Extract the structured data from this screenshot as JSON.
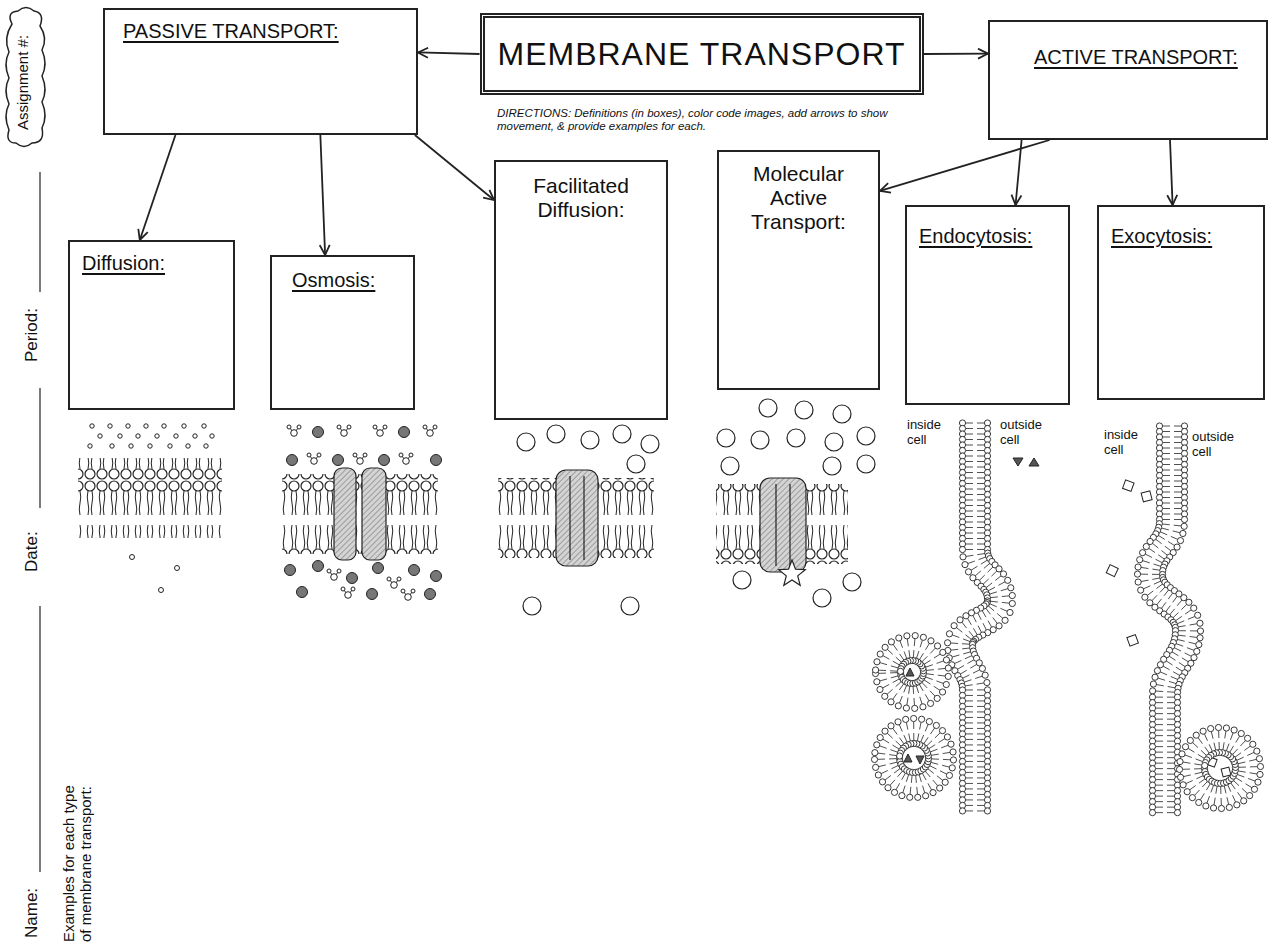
{
  "diagram": {
    "nodes": [
      {
        "text": [
          "Assignment #:"
        ]
      },
      {
        "text": [
          "PASSIVE TRANSPORT:"
        ]
      },
      {
        "text": [
          "MEMBRANE TRANSPORT"
        ]
      },
      {
        "text": [
          "ACTIVE TRANSPORT:"
        ]
      },
      {
        "text": [
          "Diffusion:"
        ]
      },
      {
        "text": [
          "Osmosis:"
        ]
      },
      {
        "text": [
          "Facilitated Diffusion:"
        ]
      },
      {
        "text": [
          "Molecular Active Transport:"
        ]
      },
      {
        "text": [
          "Endocytosis:"
        ]
      },
      {
        "text": [
          "Exocytosis:"
        ]
      }
    ],
    "edges": [
      {
        "from": 2,
        "to": 1,
        "arrow": "to"
      },
      {
        "from": 2,
        "to": 3,
        "arrow": "to"
      },
      {
        "from": 1,
        "to": 4,
        "arrow": "to"
      },
      {
        "from": 1,
        "to": 5,
        "arrow": "to"
      },
      {
        "from": 1,
        "to": 6,
        "arrow": "to"
      },
      {
        "from": 3,
        "to": 7,
        "arrow": "to"
      },
      {
        "from": 3,
        "to": 8,
        "arrow": "to"
      },
      {
        "from": 3,
        "to": 9,
        "arrow": "to"
      }
    ],
    "labels": [
      "DIRECTIONS: Definitions (in boxes), color code images, add arrows to show movement, & provide examples for each.",
      "Period:",
      "Date:",
      "Name:",
      "Examples for each type of membrane transport:",
      "inside cell",
      "outside cell",
      "inside cell",
      "outside cell"
    ]
  }
}
